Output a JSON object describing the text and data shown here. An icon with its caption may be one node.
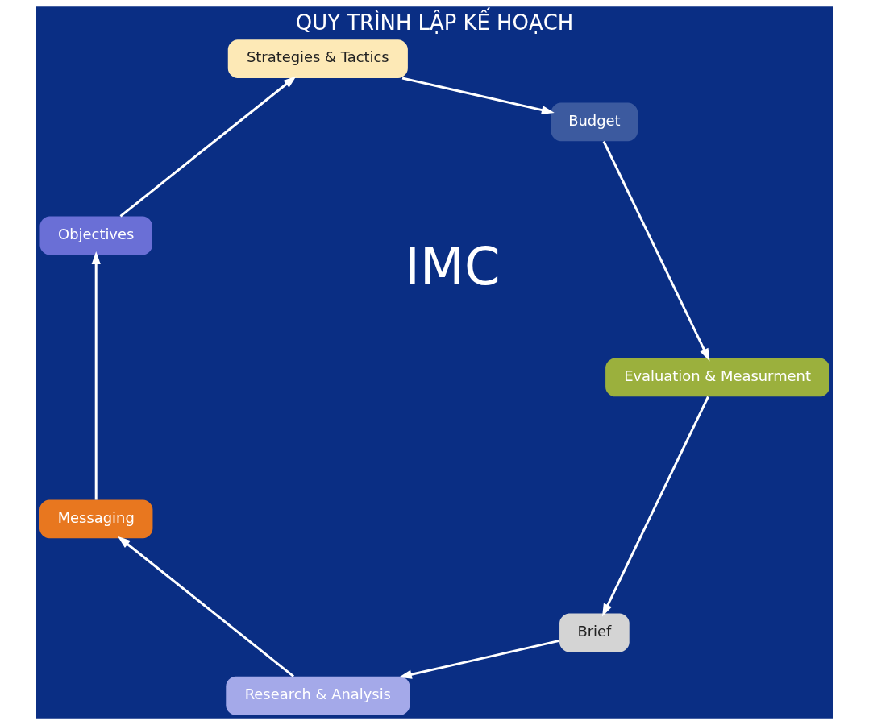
{
  "diagram": {
    "title": "QUY TRÌNH LẬP KẾ HOẠCH",
    "nodes": [
      {
        "text": [
          "Brief"
        ]
      },
      {
        "text": [
          "Research & Analysis"
        ]
      },
      {
        "text": [
          "Messaging"
        ]
      },
      {
        "text": [
          "Objectives"
        ]
      },
      {
        "text": [
          "Strategies & Tactics"
        ]
      },
      {
        "text": [
          "Budget"
        ]
      },
      {
        "text": [
          "Evaluation & Measurment"
        ]
      }
    ],
    "edges": [
      {
        "from": 0,
        "to": 1,
        "arrow": "to"
      },
      {
        "from": 1,
        "to": 2,
        "arrow": "to"
      },
      {
        "from": 2,
        "to": 3,
        "arrow": "to"
      },
      {
        "from": 3,
        "to": 4,
        "arrow": "to"
      },
      {
        "from": 4,
        "to": 5,
        "arrow": "to"
      },
      {
        "from": 5,
        "to": 6,
        "arrow": "to"
      },
      {
        "from": 6,
        "to": 0,
        "arrow": "to"
      }
    ],
    "labels": [
      "IMC"
    ]
  }
}
